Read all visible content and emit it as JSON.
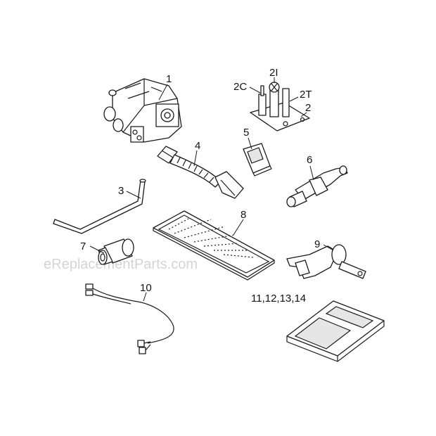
{
  "watermark": "eReplacementParts.com",
  "callouts": [
    {
      "id": "p1",
      "text": "1"
    },
    {
      "id": "p2C",
      "text": "2C"
    },
    {
      "id": "p2I",
      "text": "2I"
    },
    {
      "id": "p2T",
      "text": "2T"
    },
    {
      "id": "p2",
      "text": "2"
    },
    {
      "id": "p3",
      "text": "3"
    },
    {
      "id": "p4",
      "text": "4"
    },
    {
      "id": "p5",
      "text": "5"
    },
    {
      "id": "p6",
      "text": "6"
    },
    {
      "id": "p7",
      "text": "7"
    },
    {
      "id": "p8",
      "text": "8"
    },
    {
      "id": "p9",
      "text": "9"
    },
    {
      "id": "p10",
      "text": "10"
    },
    {
      "id": "p11",
      "text": "11,12,13,14"
    }
  ]
}
